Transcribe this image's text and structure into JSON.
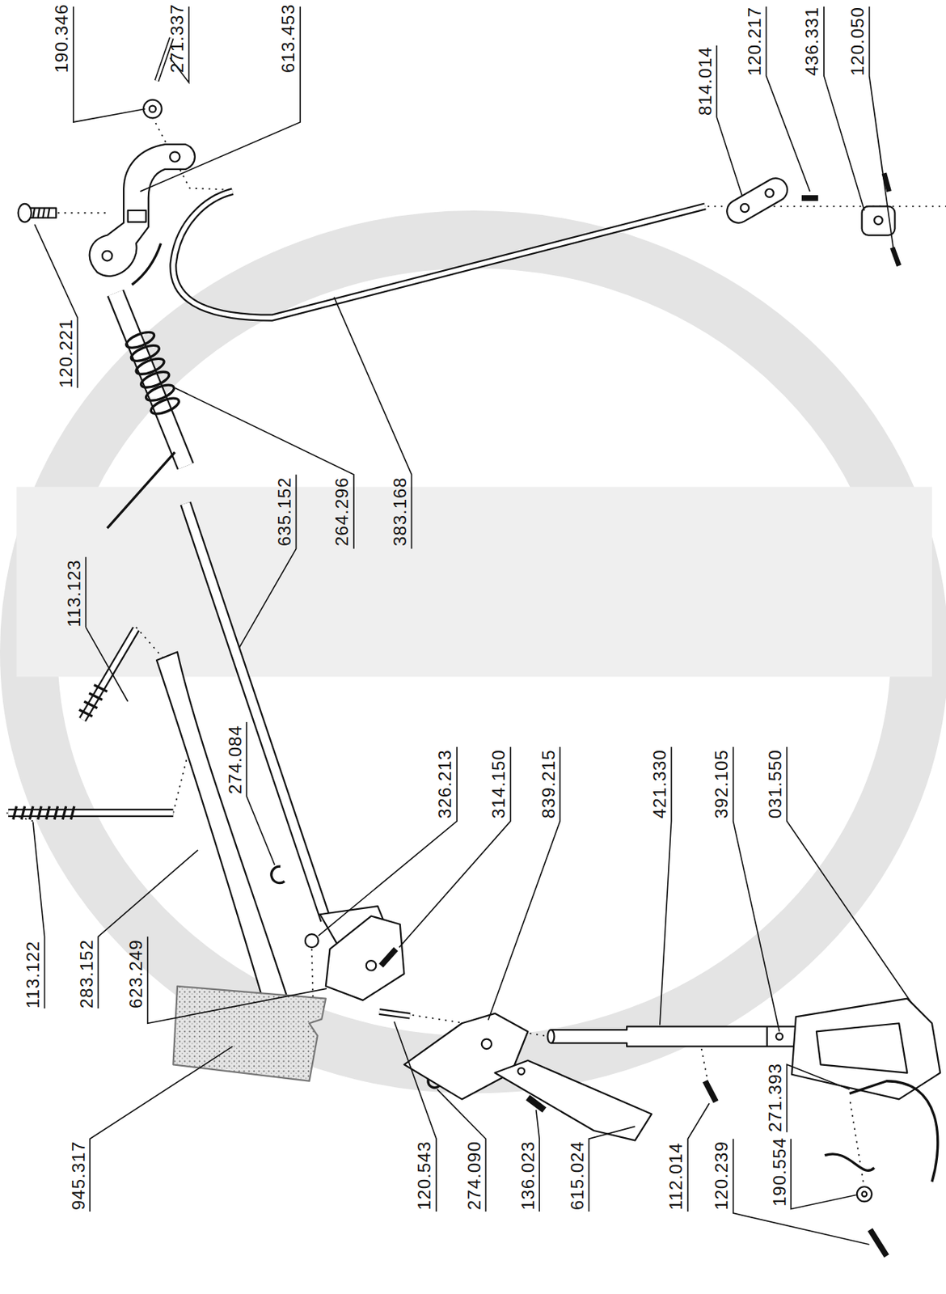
{
  "diagram": {
    "labels": [
      "190.346",
      "271.337",
      "613.453",
      "120.221",
      "814.014",
      "120.217",
      "436.331",
      "120.050",
      "113.123",
      "635.152",
      "264.296",
      "383.168",
      "274.084",
      "326.213",
      "314.150",
      "839.215",
      "421.330",
      "392.105",
      "031.550",
      "113.122",
      "283.152",
      "623.249",
      "945.317",
      "120.543",
      "274.090",
      "136.023",
      "615.024",
      "112.014",
      "120.239",
      "190.554",
      "271.393"
    ]
  }
}
